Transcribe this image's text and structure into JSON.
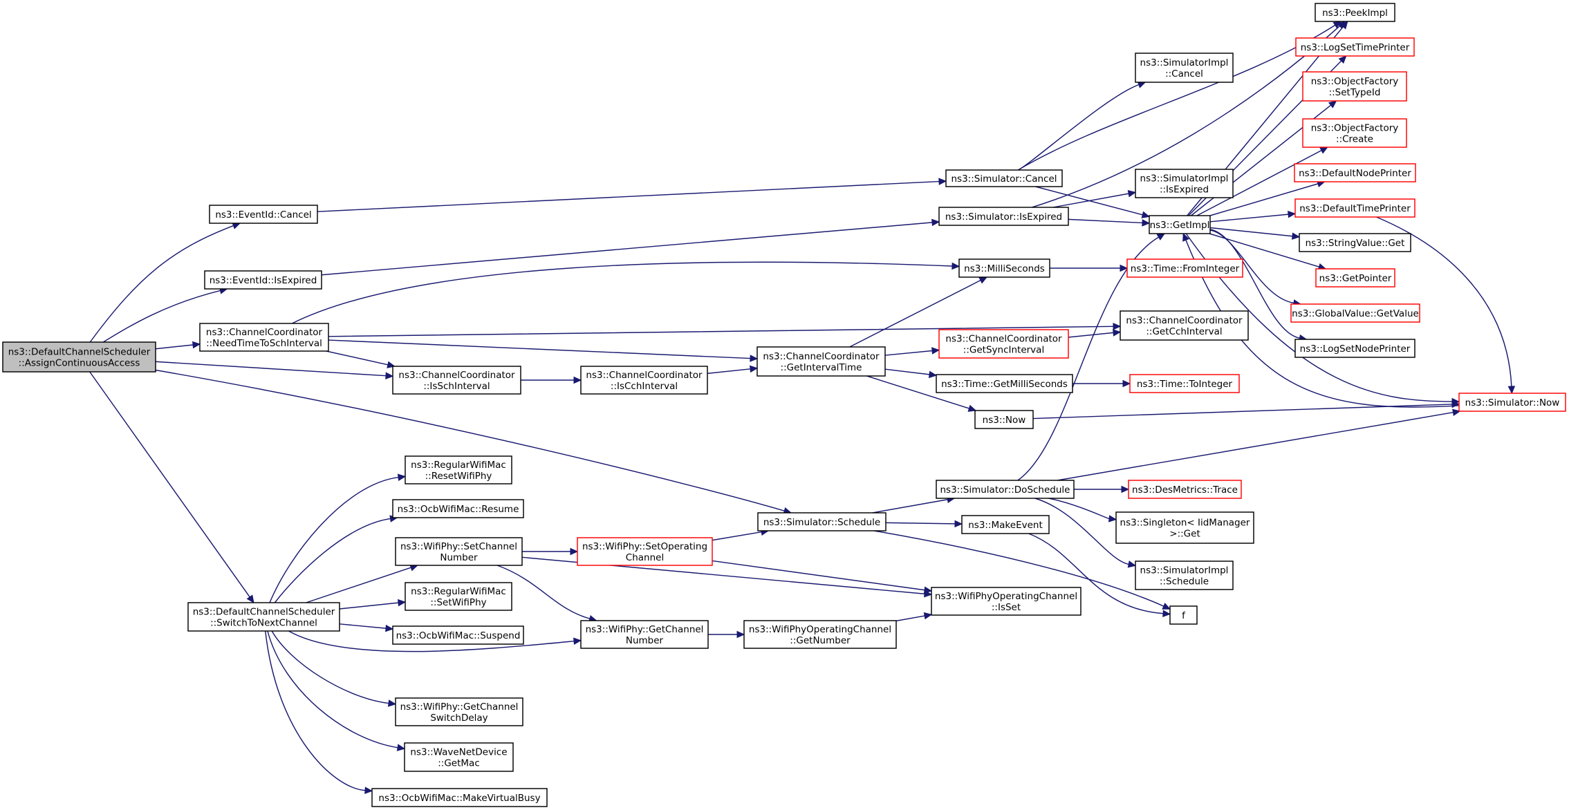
{
  "colors": {
    "edge": "#191970",
    "node_border_normal": "#000000",
    "node_border_highlight": "#ff0000",
    "root_fill": "#bfbfbf",
    "node_fill": "#ffffff",
    "background": "#ffffff"
  },
  "nodes": [
    {
      "id": "root",
      "lines": [
        "ns3::DefaultChannelScheduler",
        "::AssignContinuousAccess"
      ],
      "style": "root"
    },
    {
      "id": "ev_cancel",
      "lines": [
        "ns3::EventId::Cancel"
      ],
      "style": "normal"
    },
    {
      "id": "ev_isexp",
      "lines": [
        "ns3::EventId::IsExpired"
      ],
      "style": "normal"
    },
    {
      "id": "cc_need",
      "lines": [
        "ns3::ChannelCoordinator",
        "::NeedTimeToSchInterval"
      ],
      "style": "normal"
    },
    {
      "id": "cc_issch",
      "lines": [
        "ns3::ChannelCoordinator",
        "::IsSchInterval"
      ],
      "style": "normal"
    },
    {
      "id": "cc_iscch",
      "lines": [
        "ns3::ChannelCoordinator",
        "::IsCchInterval"
      ],
      "style": "normal"
    },
    {
      "id": "cc_getint",
      "lines": [
        "ns3::ChannelCoordinator",
        "::GetIntervalTime"
      ],
      "style": "normal"
    },
    {
      "id": "cc_getsync",
      "lines": [
        "ns3::ChannelCoordinator",
        "::GetSyncInterval"
      ],
      "style": "highlight"
    },
    {
      "id": "cc_getcch",
      "lines": [
        "ns3::ChannelCoordinator",
        "::GetCchInterval"
      ],
      "style": "normal"
    },
    {
      "id": "sim_cancel",
      "lines": [
        "ns3::Simulator::Cancel"
      ],
      "style": "normal"
    },
    {
      "id": "sim_isexp",
      "lines": [
        "ns3::Simulator::IsExpired"
      ],
      "style": "normal"
    },
    {
      "id": "simimpl_cancel",
      "lines": [
        "ns3::SimulatorImpl",
        "::Cancel"
      ],
      "style": "normal"
    },
    {
      "id": "simimpl_isexp",
      "lines": [
        "ns3::SimulatorImpl",
        "::IsExpired"
      ],
      "style": "normal"
    },
    {
      "id": "getimpl",
      "lines": [
        "ns3::GetImpl"
      ],
      "style": "normal"
    },
    {
      "id": "peekimpl",
      "lines": [
        "ns3::PeekImpl"
      ],
      "style": "normal"
    },
    {
      "id": "logsettime",
      "lines": [
        "ns3::LogSetTimePrinter"
      ],
      "style": "highlight"
    },
    {
      "id": "objf_settype",
      "lines": [
        "ns3::ObjectFactory",
        "::SetTypeId"
      ],
      "style": "highlight"
    },
    {
      "id": "objf_create",
      "lines": [
        "ns3::ObjectFactory",
        "::Create"
      ],
      "style": "highlight"
    },
    {
      "id": "defnodeprinter",
      "lines": [
        "ns3::DefaultNodePrinter"
      ],
      "style": "highlight"
    },
    {
      "id": "deftimeprinter",
      "lines": [
        "ns3::DefaultTimePrinter"
      ],
      "style": "highlight"
    },
    {
      "id": "strval_get",
      "lines": [
        "ns3::StringValue::Get"
      ],
      "style": "normal"
    },
    {
      "id": "getpointer",
      "lines": [
        "ns3::GetPointer"
      ],
      "style": "highlight"
    },
    {
      "id": "gv_getvalue",
      "lines": [
        "ns3::GlobalValue::GetValue"
      ],
      "style": "highlight"
    },
    {
      "id": "logsetnode",
      "lines": [
        "ns3::LogSetNodePrinter"
      ],
      "style": "normal"
    },
    {
      "id": "sim_now",
      "lines": [
        "ns3::Simulator::Now"
      ],
      "style": "highlight"
    },
    {
      "id": "milliseconds",
      "lines": [
        "ns3::MilliSeconds"
      ],
      "style": "normal"
    },
    {
      "id": "time_fromint",
      "lines": [
        "ns3::Time::FromInteger"
      ],
      "style": "highlight"
    },
    {
      "id": "time_getms",
      "lines": [
        "ns3::Time::GetMilliSeconds"
      ],
      "style": "normal"
    },
    {
      "id": "time_toint",
      "lines": [
        "ns3::Time::ToInteger"
      ],
      "style": "highlight"
    },
    {
      "id": "now",
      "lines": [
        "ns3::Now"
      ],
      "style": "normal"
    },
    {
      "id": "sim_schedule",
      "lines": [
        "ns3::Simulator::Schedule"
      ],
      "style": "normal"
    },
    {
      "id": "sim_dosched",
      "lines": [
        "ns3::Simulator::DoSchedule"
      ],
      "style": "normal"
    },
    {
      "id": "desmetrics",
      "lines": [
        "ns3::DesMetrics::Trace"
      ],
      "style": "highlight"
    },
    {
      "id": "singleton",
      "lines": [
        "ns3::Singleton< IidManager",
        ">::Get"
      ],
      "style": "normal"
    },
    {
      "id": "simimpl_sched",
      "lines": [
        "ns3::SimulatorImpl",
        "::Schedule"
      ],
      "style": "normal"
    },
    {
      "id": "makeevent",
      "lines": [
        "ns3::MakeEvent"
      ],
      "style": "normal"
    },
    {
      "id": "f",
      "lines": [
        "f"
      ],
      "style": "normal"
    },
    {
      "id": "wpoc_isset",
      "lines": [
        "ns3::WifiPhyOperatingChannel",
        "::IsSet"
      ],
      "style": "normal"
    },
    {
      "id": "wpoc_getnum",
      "lines": [
        "ns3::WifiPhyOperatingChannel",
        "::GetNumber"
      ],
      "style": "normal"
    },
    {
      "id": "wp_getchnum",
      "lines": [
        "ns3::WifiPhy::GetChannel",
        "Number"
      ],
      "style": "normal"
    },
    {
      "id": "wp_setopch",
      "lines": [
        "ns3::WifiPhy::SetOperating",
        "Channel"
      ],
      "style": "highlight"
    },
    {
      "id": "wp_setchnum",
      "lines": [
        "ns3::WifiPhy::SetChannel",
        "Number"
      ],
      "style": "normal"
    },
    {
      "id": "rwm_reset",
      "lines": [
        "ns3::RegularWifiMac",
        "::ResetWifiPhy"
      ],
      "style": "normal"
    },
    {
      "id": "ocb_resume",
      "lines": [
        "ns3::OcbWifiMac::Resume"
      ],
      "style": "normal"
    },
    {
      "id": "rwm_set",
      "lines": [
        "ns3::RegularWifiMac",
        "::SetWifiPhy"
      ],
      "style": "normal"
    },
    {
      "id": "ocb_suspend",
      "lines": [
        "ns3::OcbWifiMac::Suspend"
      ],
      "style": "normal"
    },
    {
      "id": "wp_getswdelay",
      "lines": [
        "ns3::WifiPhy::GetChannel",
        "SwitchDelay"
      ],
      "style": "normal"
    },
    {
      "id": "wnd_getmac",
      "lines": [
        "ns3::WaveNetDevice",
        "::GetMac"
      ],
      "style": "normal"
    },
    {
      "id": "ocb_mkbusy",
      "lines": [
        "ns3::OcbWifiMac::MakeVirtualBusy"
      ],
      "style": "normal"
    },
    {
      "id": "dcs_switch",
      "lines": [
        "ns3::DefaultChannelScheduler",
        "::SwitchToNextChannel"
      ],
      "style": "normal"
    }
  ],
  "edges": [
    [
      "root",
      "ev_cancel"
    ],
    [
      "root",
      "ev_isexp"
    ],
    [
      "root",
      "cc_need"
    ],
    [
      "root",
      "cc_issch"
    ],
    [
      "root",
      "sim_schedule"
    ],
    [
      "root",
      "dcs_switch"
    ],
    [
      "ev_cancel",
      "sim_cancel"
    ],
    [
      "ev_isexp",
      "sim_isexp"
    ],
    [
      "cc_need",
      "milliseconds"
    ],
    [
      "cc_need",
      "cc_getcch"
    ],
    [
      "cc_need",
      "cc_getint"
    ],
    [
      "cc_need",
      "cc_issch"
    ],
    [
      "cc_issch",
      "cc_iscch"
    ],
    [
      "cc_iscch",
      "cc_getint"
    ],
    [
      "cc_getint",
      "milliseconds"
    ],
    [
      "cc_getint",
      "cc_getsync"
    ],
    [
      "cc_getint",
      "time_getms"
    ],
    [
      "cc_getint",
      "now"
    ],
    [
      "cc_getsync",
      "cc_getcch"
    ],
    [
      "milliseconds",
      "time_fromint"
    ],
    [
      "time_getms",
      "time_toint"
    ],
    [
      "now",
      "sim_now"
    ],
    [
      "sim_cancel",
      "simimpl_cancel"
    ],
    [
      "sim_cancel",
      "peekimpl"
    ],
    [
      "sim_cancel",
      "getimpl"
    ],
    [
      "sim_isexp",
      "simimpl_isexp"
    ],
    [
      "sim_isexp",
      "peekimpl"
    ],
    [
      "sim_isexp",
      "getimpl"
    ],
    [
      "getimpl",
      "peekimpl"
    ],
    [
      "getimpl",
      "logsettime"
    ],
    [
      "getimpl",
      "objf_settype"
    ],
    [
      "getimpl",
      "objf_create"
    ],
    [
      "getimpl",
      "defnodeprinter"
    ],
    [
      "getimpl",
      "deftimeprinter"
    ],
    [
      "getimpl",
      "strval_get"
    ],
    [
      "getimpl",
      "getpointer"
    ],
    [
      "getimpl",
      "gv_getvalue"
    ],
    [
      "getimpl",
      "logsetnode"
    ],
    [
      "getimpl",
      "sim_now"
    ],
    [
      "deftimeprinter",
      "sim_now"
    ],
    [
      "sim_now",
      "getimpl"
    ],
    [
      "sim_schedule",
      "sim_dosched"
    ],
    [
      "sim_schedule",
      "makeevent"
    ],
    [
      "sim_schedule",
      "f"
    ],
    [
      "sim_dosched",
      "getimpl"
    ],
    [
      "sim_dosched",
      "sim_now"
    ],
    [
      "sim_dosched",
      "desmetrics"
    ],
    [
      "sim_dosched",
      "singleton"
    ],
    [
      "sim_dosched",
      "simimpl_sched"
    ],
    [
      "makeevent",
      "f"
    ],
    [
      "dcs_switch",
      "rwm_reset"
    ],
    [
      "dcs_switch",
      "ocb_resume"
    ],
    [
      "dcs_switch",
      "wp_setchnum"
    ],
    [
      "dcs_switch",
      "rwm_set"
    ],
    [
      "dcs_switch",
      "ocb_suspend"
    ],
    [
      "dcs_switch",
      "wp_getchnum"
    ],
    [
      "dcs_switch",
      "wp_getswdelay"
    ],
    [
      "dcs_switch",
      "wnd_getmac"
    ],
    [
      "dcs_switch",
      "ocb_mkbusy"
    ],
    [
      "wp_setchnum",
      "wp_setopch"
    ],
    [
      "wp_setchnum",
      "wpoc_isset"
    ],
    [
      "wp_setchnum",
      "wp_getchnum"
    ],
    [
      "wp_setopch",
      "sim_schedule"
    ],
    [
      "wp_setopch",
      "wpoc_isset"
    ],
    [
      "wp_getchnum",
      "wpoc_getnum"
    ],
    [
      "wpoc_getnum",
      "wpoc_isset"
    ]
  ]
}
